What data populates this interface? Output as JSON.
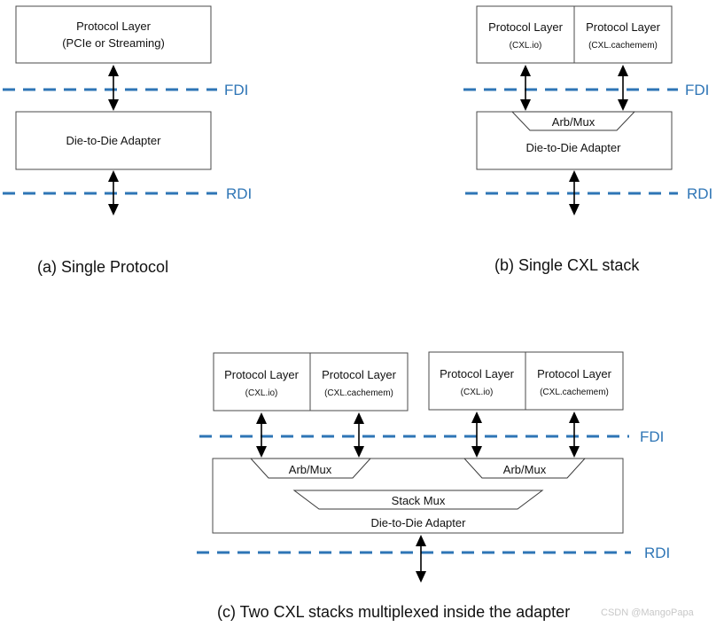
{
  "labels": {
    "fdi": "FDI",
    "rdi": "RDI"
  },
  "blocks": {
    "protocol_layer": "Protocol Layer",
    "pcie_streaming": "(PCIe or Streaming)",
    "cxl_io": "(CXL.io)",
    "cxl_cachemem": "(CXL.cachemem)",
    "die_to_die_adapter": "Die-to-Die Adapter",
    "arb_mux": "Arb/Mux",
    "stack_mux": "Stack Mux"
  },
  "captions": {
    "a": "(a) Single Protocol",
    "b": "(b) Single CXL stack",
    "c": "(c) Two CXL stacks multiplexed inside the adapter"
  },
  "watermark": "CSDN @MangoPapa",
  "colors": {
    "interface_line": "#2e75b6"
  }
}
